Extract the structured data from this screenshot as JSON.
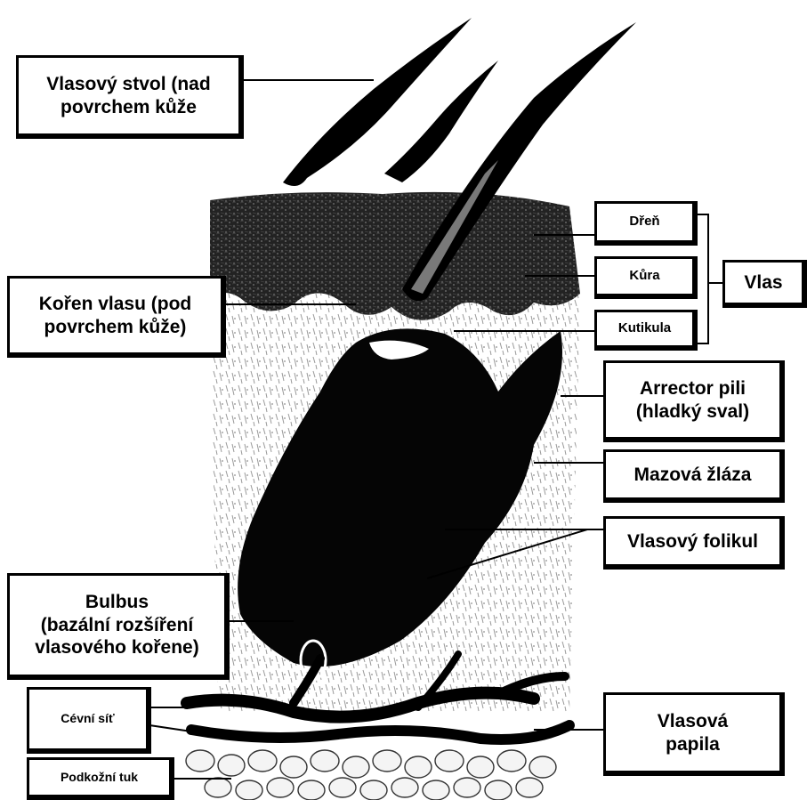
{
  "labels": {
    "shaft": {
      "line1": "Vlasový stvol (nad",
      "line2": "povrchem kůže"
    },
    "root": {
      "line1": "Kořen vlasu (pod",
      "line2": "povrchem kůže)"
    },
    "medulla": "Dřeň",
    "cortex": "Kůra",
    "cuticle": "Kutikula",
    "hair": "Vlas",
    "arrector": {
      "line1": "Arrector pili",
      "line2": "(hladký sval)"
    },
    "sebaceous": "Mazová žláza",
    "follicle": "Vlasový folikul",
    "bulb": {
      "line1": "Bulbus",
      "line2": "(bazální rozšíření",
      "line3": "vlasového kořene)"
    },
    "vessels": "Cévní síť",
    "fat": "Podkožní tuk",
    "papilla": {
      "line1": "Vlasová",
      "line2": "papila"
    }
  },
  "colors": {
    "ink": "#000000",
    "skin_dark": "#2a2a2a",
    "fat_cells": "#f4f4f4",
    "background": "#ffffff"
  }
}
